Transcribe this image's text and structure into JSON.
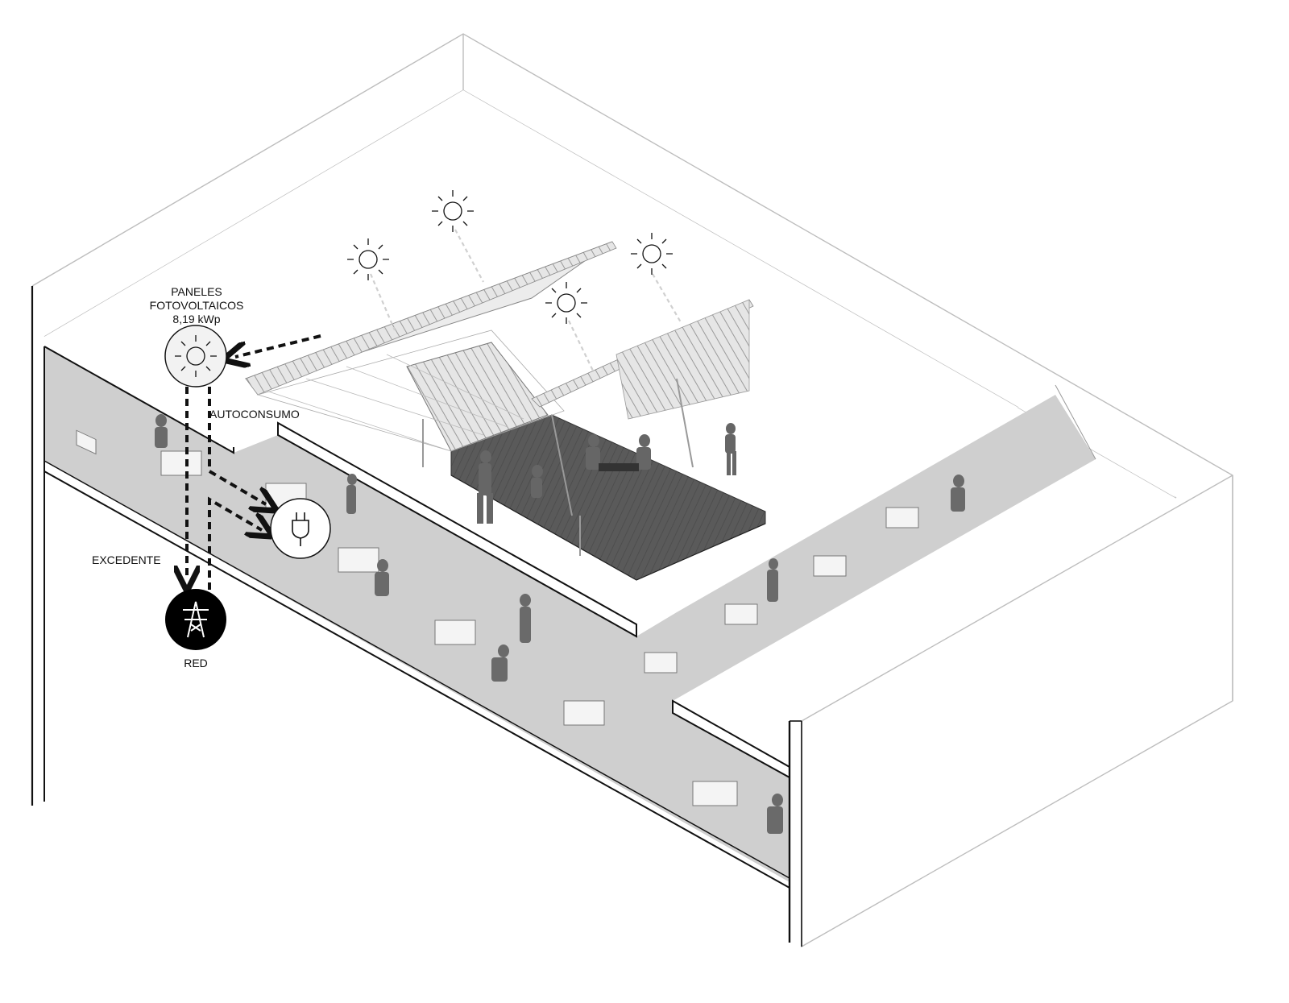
{
  "labels": {
    "panels_line1": "PANELES",
    "panels_line2": "FOTOVOLTAICOS",
    "panels_line3": "8,19 kWp",
    "autoconsumo": "AUTOCONSUMO",
    "excedente": "EXCEDENTE",
    "red": "RED"
  },
  "icons": {
    "panels": "sun-icon",
    "consumption": "plug-icon",
    "grid": "power-tower-icon"
  },
  "colors": {
    "line": "#111111",
    "office_floor": "#cfcfcf",
    "deck": "#5a5a5a",
    "figures": "#6a6a6a",
    "grid_badge": "#000000"
  }
}
